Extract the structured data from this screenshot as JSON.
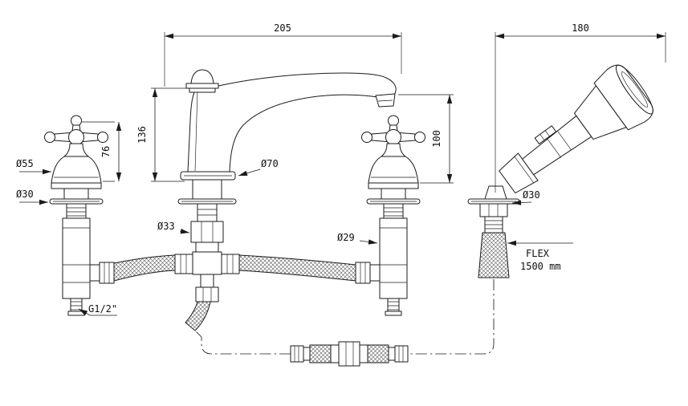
{
  "drawing": {
    "dimensions": {
      "spout_reach": "205",
      "shower_reach": "180",
      "spout_height": "136",
      "spout_outlet_height": "100",
      "handle_height": "76",
      "handle_diameter": "Ø55",
      "handle_base_diameter": "Ø30",
      "spout_base_diameter": "Ø70",
      "spout_shank_diameter": "Ø33",
      "valve_shank_diameter": "Ø29",
      "shower_base_diameter": "Ø30",
      "flex_line1": "FLEX",
      "flex_line2": "1500 mm",
      "inlet_thread": "G1/2\""
    },
    "style": {
      "line_color": "#1b1b1b",
      "background": "#ffffff"
    }
  }
}
